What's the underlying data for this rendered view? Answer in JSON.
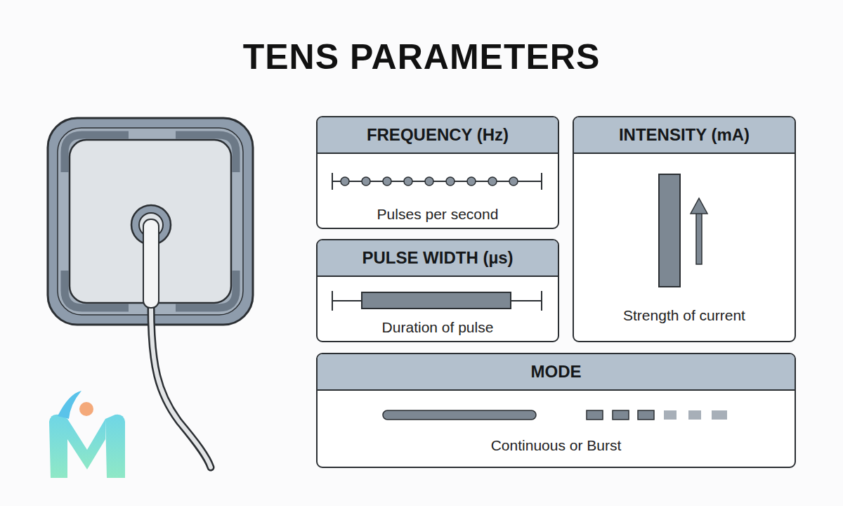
{
  "diagram": {
    "title": "TENS PARAMETERS",
    "nodes": [
      {
        "text": [
          "FREQUENCY (Hz)",
          "Pulses per second"
        ]
      },
      {
        "text": [
          "INTENSITY (mA)",
          "Strength of current"
        ]
      },
      {
        "text": [
          "PULSE WIDTH (µs)",
          "Duration of pulse"
        ]
      },
      {
        "text": [
          "MODE",
          "Continuous or Burst"
        ]
      }
    ]
  }
}
